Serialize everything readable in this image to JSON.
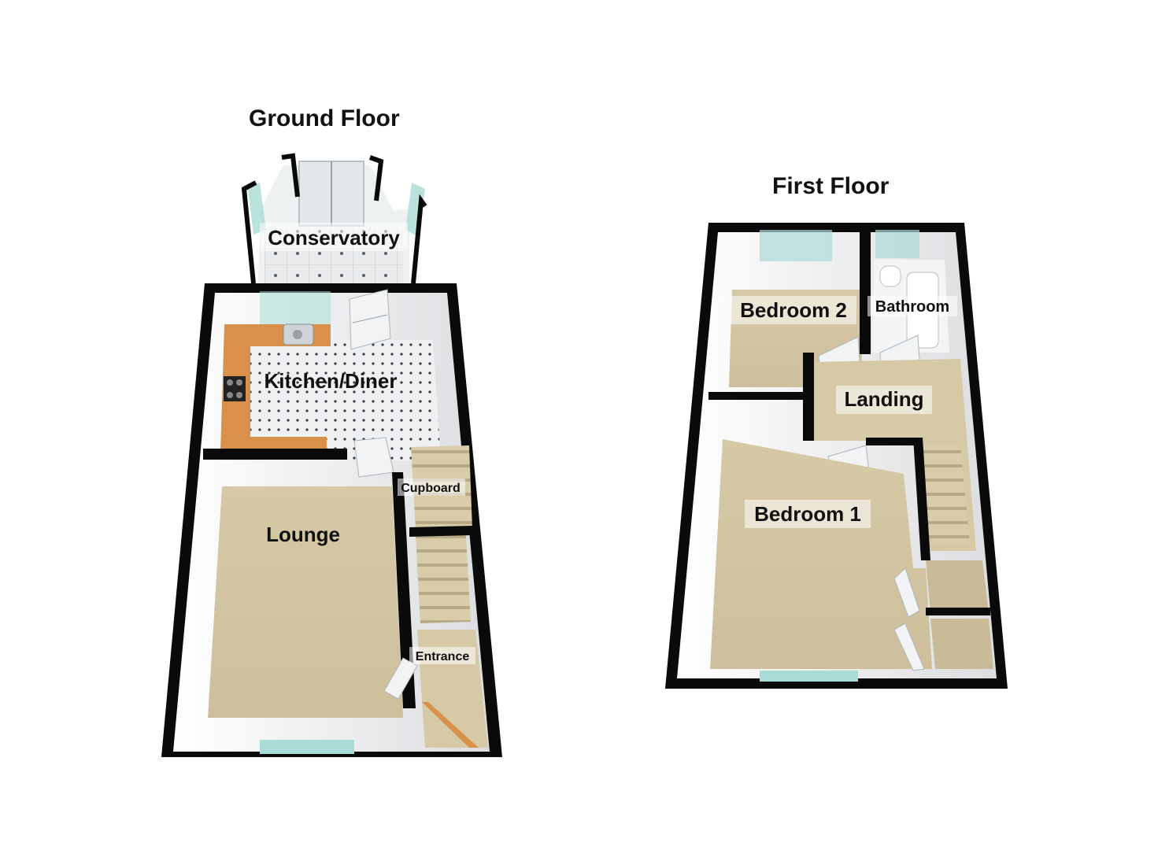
{
  "floors": {
    "ground": {
      "title": "Ground Floor",
      "rooms": {
        "conservatory": "Conservatory",
        "kitchen": "Kitchen/Diner",
        "cupboard": "Cupboard",
        "lounge": "Lounge",
        "entrance": "Entrance"
      }
    },
    "first": {
      "title": "First Floor",
      "rooms": {
        "bedroom2": "Bedroom 2",
        "bathroom": "Bathroom",
        "landing": "Landing",
        "bedroom1": "Bedroom 1"
      }
    }
  },
  "colors": {
    "wall": "#0a0a0a",
    "wall_inner": "#e9eaec",
    "carpet": "#d2c4a2",
    "tile": "#e6e8ea",
    "worktop": "#d9904a",
    "glass": "#a9dcd6",
    "stairs": "#d8cca8"
  }
}
